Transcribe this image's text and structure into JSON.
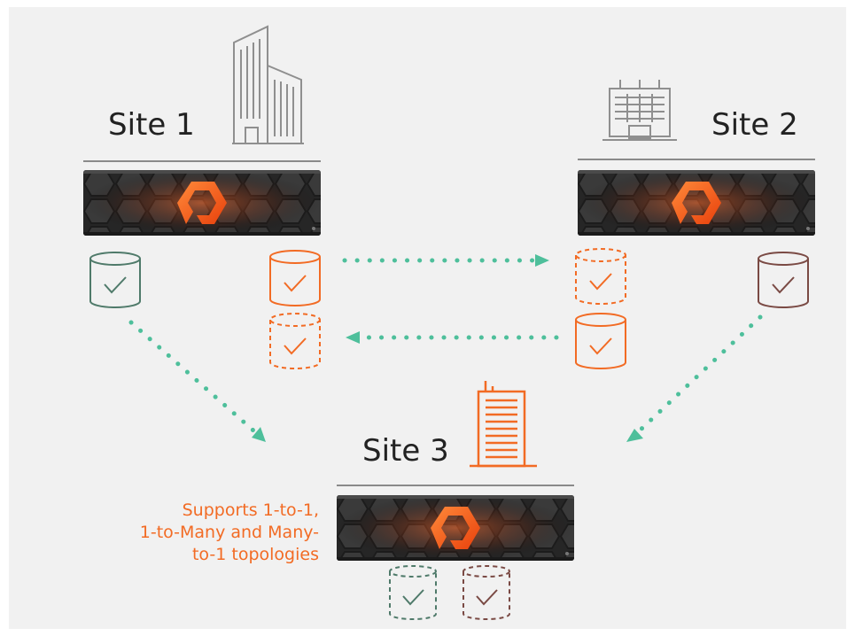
{
  "sites": [
    {
      "label": "Site 1"
    },
    {
      "label": "Site 2"
    },
    {
      "label": "Site 3"
    }
  ],
  "note": {
    "lines": [
      "Supports 1-to-1,",
      "1-to-Many and Many-",
      "to-1 topologies"
    ]
  },
  "colors": {
    "arrow": "#4ebf9b",
    "orange": "#f26b24",
    "green_volume": "#4f7a6a",
    "brown_volume": "#7a4a44",
    "background": "#f1f1f1",
    "appliance_dark": "#2a2a2a"
  },
  "icons": [
    "skyscraper-icon",
    "office-building-icon",
    "orange-office-building-icon",
    "volume-check-icon"
  ]
}
